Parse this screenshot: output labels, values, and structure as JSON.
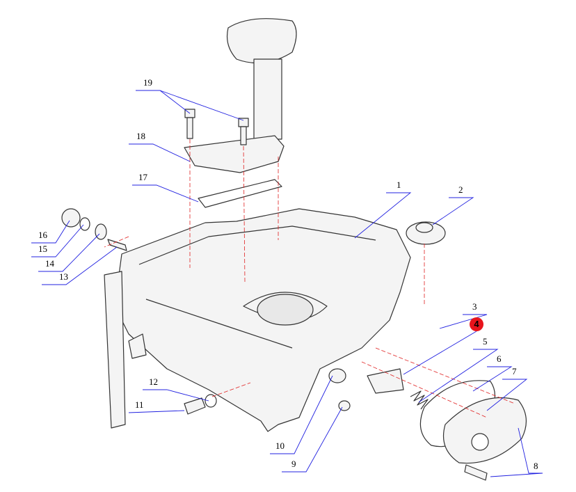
{
  "diagram": {
    "type": "exploded-parts-view",
    "callouts": [
      "1",
      "2",
      "3",
      "4",
      "5",
      "6",
      "7",
      "8",
      "9",
      "10",
      "11",
      "12",
      "13",
      "14",
      "15",
      "16",
      "17",
      "18",
      "19"
    ],
    "highlighted_callout": "4",
    "colors": {
      "leader": "#2020e0",
      "highlight": "#e8141c",
      "part_line": "#333333",
      "projection": "#e02020"
    }
  }
}
